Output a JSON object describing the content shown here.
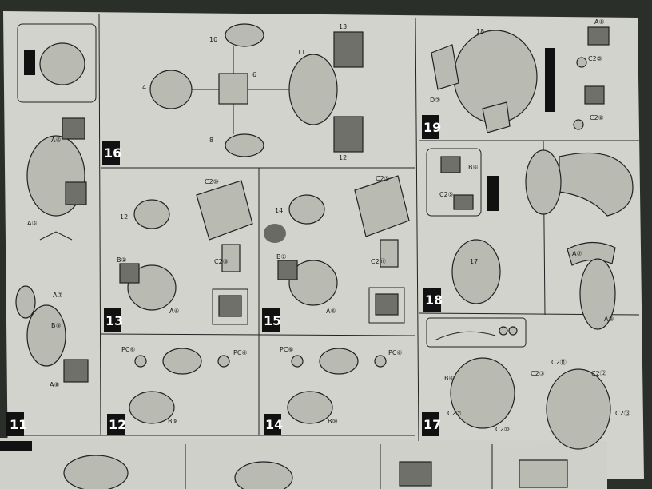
{
  "colors": {
    "background": "#2a2f2a",
    "paper": "#d4d5cf",
    "ink": "#1f1f1f",
    "step_badge": "#111111"
  },
  "steps": [
    {
      "id": "11",
      "label": "11"
    },
    {
      "id": "12",
      "label": "12"
    },
    {
      "id": "13",
      "label": "13"
    },
    {
      "id": "14",
      "label": "14"
    },
    {
      "id": "15",
      "label": "15"
    },
    {
      "id": "16",
      "label": "16"
    },
    {
      "id": "17",
      "label": "17"
    },
    {
      "id": "18",
      "label": "18"
    },
    {
      "id": "19",
      "label": "19"
    }
  ],
  "part_labels": {
    "s11": [
      "A⑤",
      "A⑥",
      "A⑦",
      "B⑧",
      "A⑧"
    ],
    "s12": [
      "PC⑥",
      "PC⑥",
      "B⑨"
    ],
    "s13": [
      "C2⑩",
      "C2⑧",
      "B①",
      "A⑥",
      "12"
    ],
    "s14": [
      "PC⑥",
      "PC⑥",
      "B⑩"
    ],
    "s15": [
      "C2⑨",
      "C2⑪",
      "B①",
      "A⑥",
      "14"
    ],
    "s16": [
      "4",
      "6",
      "10",
      "8",
      "11",
      "13",
      "12"
    ],
    "s17": [
      "B⑥",
      "C2⑦",
      "C2⑩",
      "C2⑦",
      "C2⑪",
      "C2⑫",
      "C2⑬"
    ],
    "s18": [
      "17",
      "A⑦",
      "A⑧",
      "B⑥",
      "C2⑤"
    ],
    "s19": [
      "D⑦",
      "18",
      "A⑧",
      "C2⑤",
      "C2⑥"
    ]
  },
  "icons": [
    "sticker-icon",
    "glue-icon"
  ]
}
